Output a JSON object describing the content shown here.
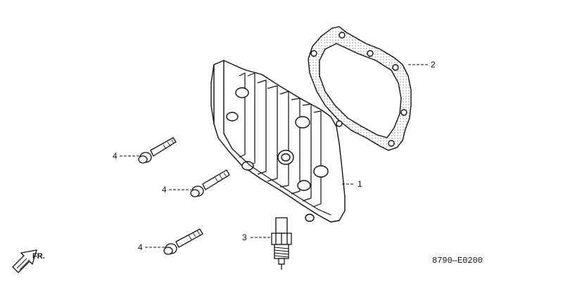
{
  "diagram": {
    "callouts": [
      {
        "id": "head",
        "label": "1"
      },
      {
        "id": "gasket",
        "label": "2"
      },
      {
        "id": "plug",
        "label": "3"
      },
      {
        "id": "bolt_a",
        "label": "4"
      },
      {
        "id": "bolt_b",
        "label": "4"
      },
      {
        "id": "bolt_c",
        "label": "4"
      }
    ],
    "front_marker": "FR.",
    "drawing_code": "8790—E0200"
  }
}
